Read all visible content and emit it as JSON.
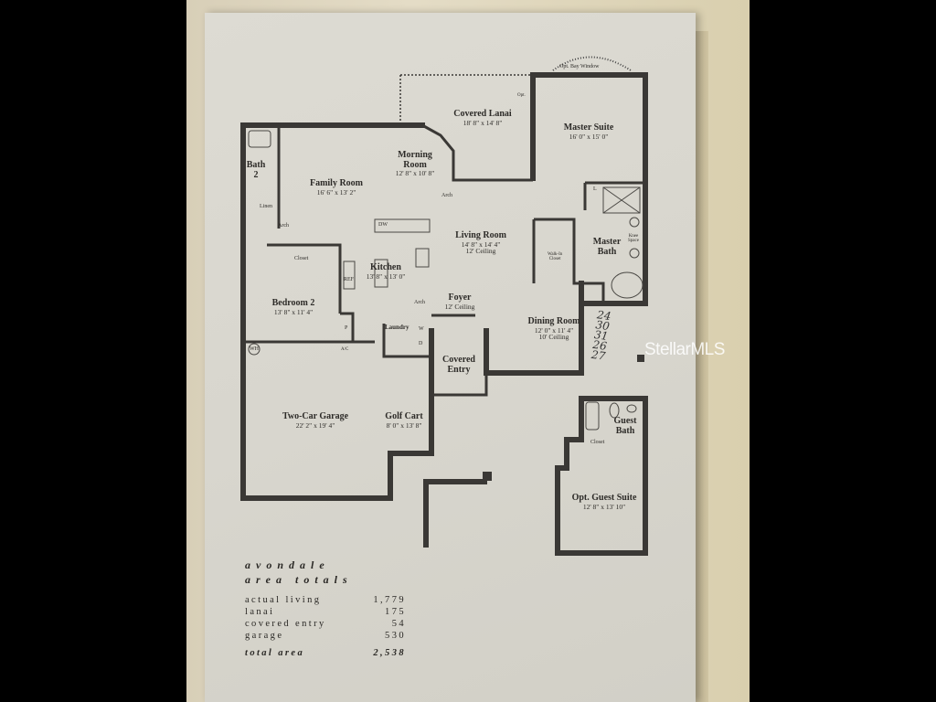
{
  "watermark": "StellarMLS",
  "plan": {
    "rooms": [
      {
        "name": "Covered Lanai",
        "dims": "18' 8\" x 14' 8\""
      },
      {
        "name": "Master Suite",
        "dims": "16' 0\" x 15' 0\""
      },
      {
        "name": "Morning Room",
        "dims": "12' 8\" x 10' 8\""
      },
      {
        "name": "Family Room",
        "dims": "16' 6\" x 13' 2\""
      },
      {
        "name": "Bath 2",
        "dims": ""
      },
      {
        "name": "Living Room",
        "dims": "14' 8\" x 14' 4\"",
        "note": "12' Ceiling"
      },
      {
        "name": "Kitchen",
        "dims": "13' 8\" x 13' 0\""
      },
      {
        "name": "Master Bath",
        "dims": ""
      },
      {
        "name": "Bedroom 2",
        "dims": "13' 8\" x 11' 4\""
      },
      {
        "name": "Foyer",
        "dims": "",
        "note": "12' Ceiling"
      },
      {
        "name": "Dining Room",
        "dims": "12' 0\" x 11' 4\"",
        "note": "10' Ceiling"
      },
      {
        "name": "Laundry",
        "dims": ""
      },
      {
        "name": "Covered Entry",
        "dims": ""
      },
      {
        "name": "Two-Car Garage",
        "dims": "22' 2\" x 19' 4\""
      },
      {
        "name": "Golf Cart",
        "dims": "8' 0\" x 13' 8\""
      },
      {
        "name": "Guest Bath",
        "dims": ""
      },
      {
        "name": "Opt. Guest Suite",
        "dims": "12' 8\" x 13' 10\""
      }
    ],
    "small_labels": {
      "bay_window": "Opt. Bay Window",
      "opt": "Opt.",
      "arch": "Arch",
      "linen": "Linen",
      "closet": "Closet",
      "walk_in_closet_1": "Walk-In",
      "walk_in_closet_2": "Closet",
      "knee_space_1": "Knee",
      "knee_space_2": "Space",
      "dw": "DW",
      "ref": "REF",
      "pantry": "P",
      "wh": "WH",
      "ac": "A/C",
      "washer": "W",
      "dryer": "D",
      "linen_l": "L"
    },
    "handwritten_notes": [
      "24",
      "30",
      "31",
      "26",
      "27"
    ]
  },
  "area_totals": {
    "model": "avondale",
    "heading": "area totals",
    "rows": [
      {
        "label": "actual living",
        "value": "1,779"
      },
      {
        "label": "lanai",
        "value": "175"
      },
      {
        "label": "covered entry",
        "value": "54"
      },
      {
        "label": "garage",
        "value": "530"
      }
    ],
    "total": {
      "label": "total area",
      "value": "2,538"
    }
  }
}
